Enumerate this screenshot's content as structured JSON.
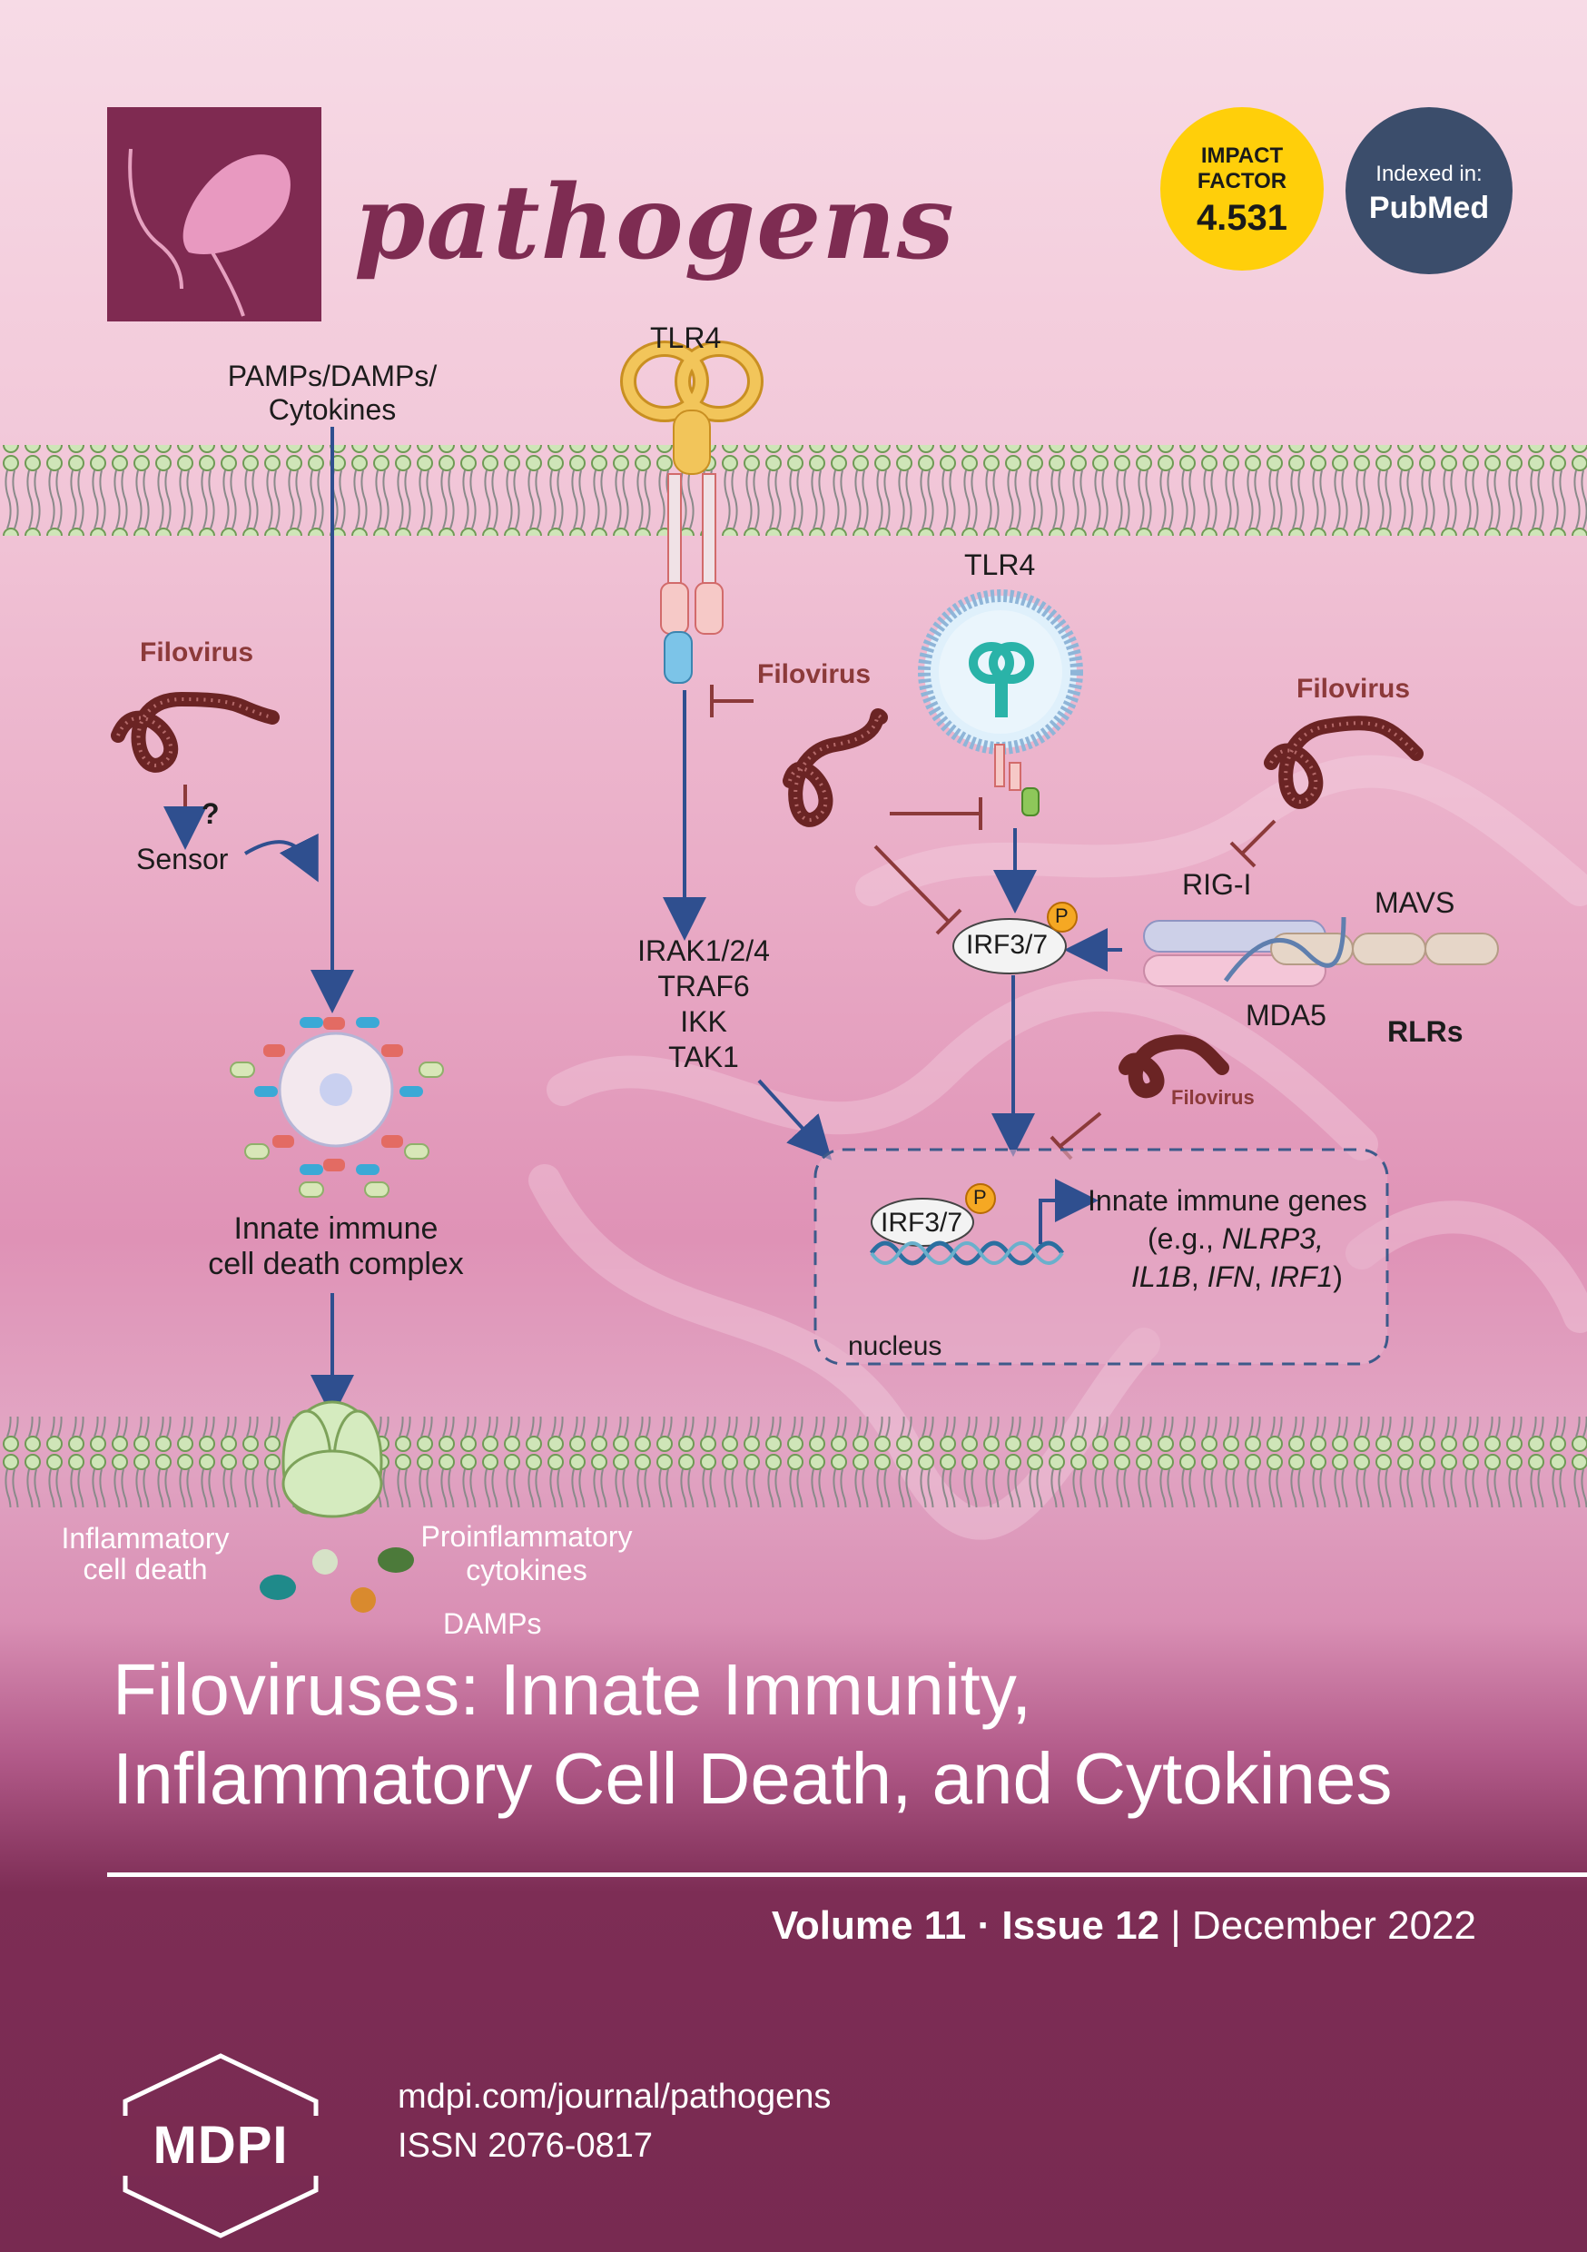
{
  "journal": {
    "name": "pathogens",
    "impact_badge": {
      "line1": "IMPACT",
      "line2": "FACTOR",
      "value": "4.531"
    },
    "index_badge": {
      "line1": "Indexed in:",
      "line2": "PubMed"
    }
  },
  "figure": {
    "pamps": [
      "PAMPs/DAMPs/",
      "Cytokines"
    ],
    "tlr4_top": "TLR4",
    "tlr4_endosome": "TLR4",
    "filovirus": "Filovirus",
    "question": "?",
    "sensor": "Sensor",
    "signaling": [
      "IRAK1/2/4",
      "TRAF6",
      "IKK",
      "TAK1"
    ],
    "irf": "IRF3/7",
    "phospho": "P",
    "rig_i": "RIG-I",
    "mavs": "MAVS",
    "mda5": "MDA5",
    "rlrs": "RLRs",
    "innate_complex": [
      "Innate immune",
      "cell death complex"
    ],
    "genes_title": "Innate immune genes",
    "genes_line1_prefix": "(e.g., ",
    "genes_line1_italic": "NLRP3,",
    "genes_line2_italic_a": "IL1B",
    "genes_line2_sep1": ", ",
    "genes_line2_italic_b": "IFN",
    "genes_line2_sep2": ", ",
    "genes_line2_italic_c": "IRF1",
    "genes_line2_suffix": ")",
    "nucleus": "nucleus",
    "inflam_death": [
      "Inflammatory",
      "cell death"
    ],
    "proinflam": [
      "Proinflammatory",
      "cytokines"
    ],
    "damps": "DAMPs"
  },
  "cover": {
    "title_line1": "Filoviruses: Innate Immunity,",
    "title_line2": "Inflammatory Cell Death, and Cytokines",
    "volume": "Volume 11",
    "dot": " · ",
    "issue": "Issue 12",
    "separator": " | ",
    "date": "December 2022",
    "publisher_logo_text": "MDPI",
    "url": "mdpi.com/journal/pathogens",
    "issn": "ISSN 2076-0817"
  },
  "colors": {
    "journal_maroon": "#7f2a51",
    "impact_yellow": "#ffcf0a",
    "pubmed_navy": "#3b4d6b",
    "arrow_blue": "#2f4f8f",
    "virus_brown": "#7b3030"
  }
}
